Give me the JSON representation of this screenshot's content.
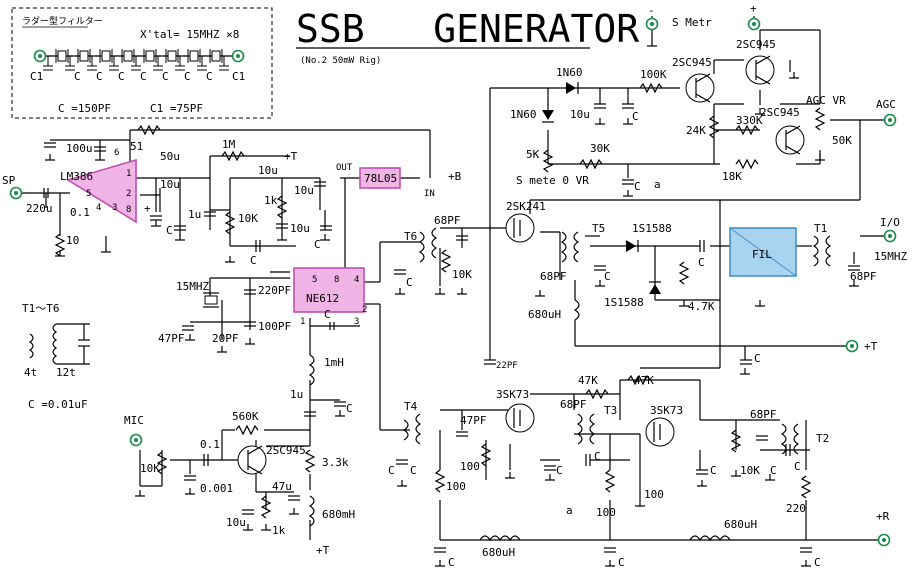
{
  "title": "SSB   GENERATOR",
  "subtitle": "(No.2 50mW Rig)",
  "filter_box": {
    "heading": "ラダー型フィルター",
    "xtal": "X'tal= 15MHZ  ×8",
    "c1_label": "C1",
    "c_label": "C",
    "c_value": "C =150PF",
    "c1_value": "C1 =75PF"
  },
  "transformer_note": {
    "title": "T1～T6",
    "primary": "4t",
    "secondary": "12t",
    "c_value": "C =0.01uF"
  },
  "ports": {
    "sp": "SP",
    "mic": "MIC",
    "agc": "AGC",
    "io": "I/O",
    "plus_b": "+B",
    "plus_r": "+R",
    "plus_t": "+T",
    "s_metr": "S Metr",
    "minus": "-",
    "plus": "+",
    "mhz15": "15MHZ"
  },
  "ics": {
    "lm386": "LM386",
    "ne612": "NE612",
    "reg": "78L05",
    "fil": "FIL"
  },
  "pins": {
    "lm386": [
      "1",
      "2",
      "3",
      "4",
      "5",
      "6",
      "8"
    ],
    "ne612": [
      "5",
      "8",
      "4",
      "1",
      "2",
      "3"
    ],
    "lm_plus": "+",
    "lm_minus": "-"
  },
  "labels": {
    "c_100u": "100u",
    "r_51": "51",
    "c_50u": "50u",
    "r_1m": "1M",
    "c_10u": "10u",
    "r_10k": "10K",
    "r_1k": "1k",
    "c_1u": "1u",
    "c_220u": "220u",
    "c_01": "0.1",
    "r_10": "10",
    "out": "OUT",
    "in": "IN",
    "c_220pf": "220PF",
    "c_100pf": "100PF",
    "c_47pf": "47PF",
    "c_20pf": "20PF",
    "c_68pf": "68PF",
    "q_2sk241": "2SK241",
    "q_2sc945": "2SC945",
    "q_3sk73": "3SK73",
    "d_1n60": "1N60",
    "d_1s1588": "1S1588",
    "r_100k": "100K",
    "r_24k": "24K",
    "r_330k": "330K",
    "agc_vr": "AGC VR",
    "r_50k": "50K",
    "r_5k": "5K",
    "r_30k": "30K",
    "s_mete_vr": "S mete 0 VR",
    "r_18k": "18K",
    "pt_a": "a",
    "l_680uh": "680uH",
    "r_47k": "4.7K",
    "c_22pf": "22PF",
    "r_47kb": "47K",
    "r_100": "100",
    "r_220": "220",
    "l_1mh": "1mH",
    "r_560k": "560K",
    "c_0001": "0.001",
    "c_47u": "47u",
    "r_33k": "3.3k",
    "l_680mh": "680mH",
    "c": "C",
    "c_1u_small": "1u"
  },
  "tnames": [
    "T1",
    "T2",
    "T3",
    "T4",
    "T5",
    "T6"
  ],
  "colors": {
    "wire": "#000000",
    "ic_fill": "#f0b4e6",
    "ic_stroke": "#c050b0",
    "fil_fill": "#a8d4f0",
    "fil_stroke": "#4a90c8",
    "terminal": "#1a8a4a"
  }
}
